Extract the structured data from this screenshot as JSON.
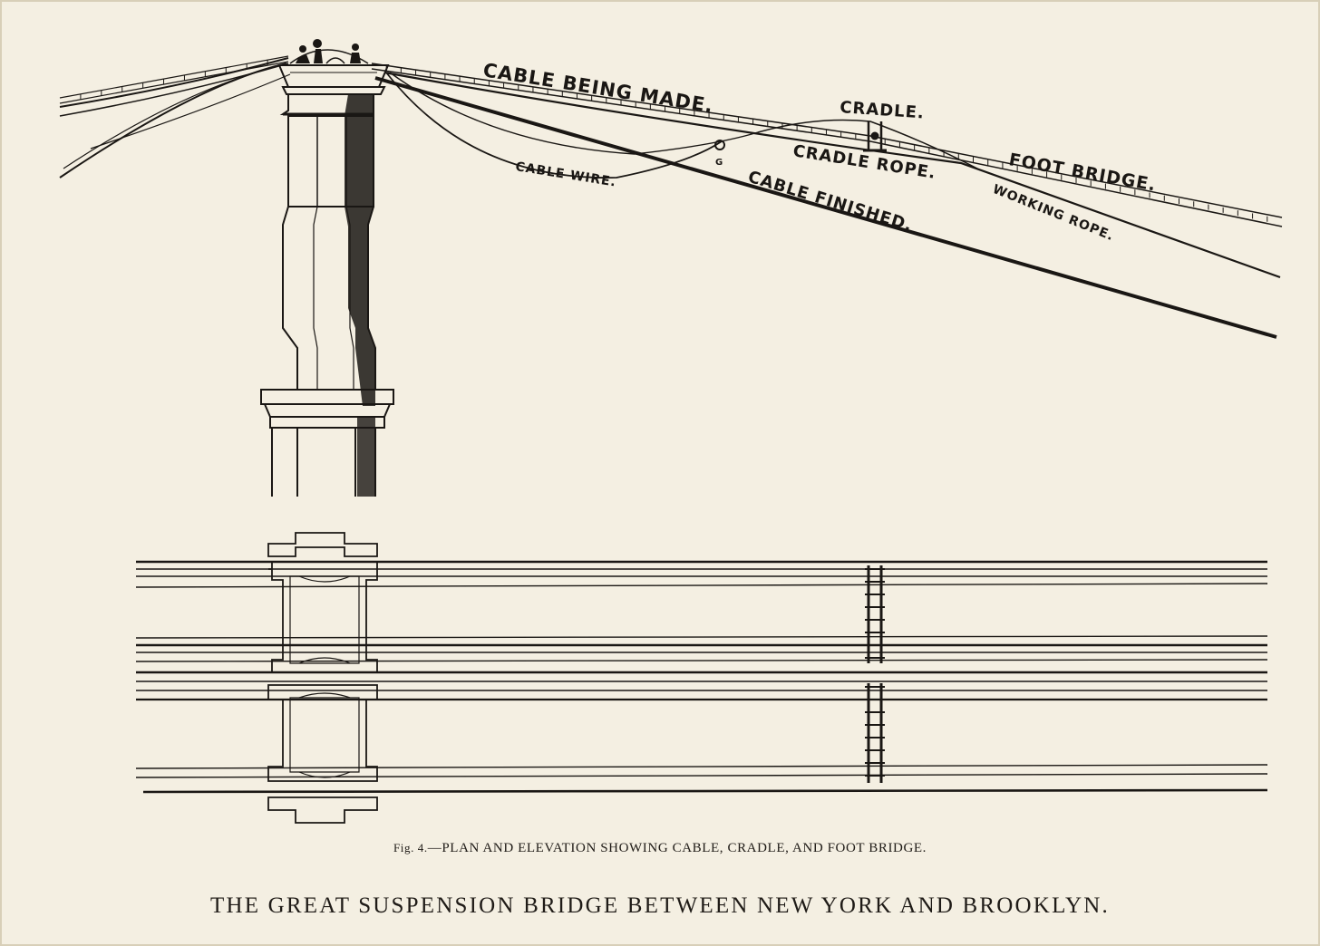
{
  "labels": {
    "cable_being_made": "CABLE BEING MADE.",
    "cradle": "CRADLE.",
    "cradle_rope": "CRADLE ROPE.",
    "foot_bridge": "FOOT BRIDGE.",
    "working_rope": "WORKING ROPE.",
    "cable_wire": "CABLE WIRE.",
    "cable_finished": "CABLE FINISHED.",
    "small_g": "G"
  },
  "caption": {
    "fig_no": "Fig. 4.",
    "text": "—PLAN AND ELEVATION SHOWING CABLE, CRADLE, AND FOOT BRIDGE."
  },
  "title": "THE GREAT SUSPENSION BRIDGE BETWEEN NEW YORK AND BROOKLYN.",
  "colors": {
    "paper": "#f4efe2",
    "ink": "#1a1714"
  }
}
